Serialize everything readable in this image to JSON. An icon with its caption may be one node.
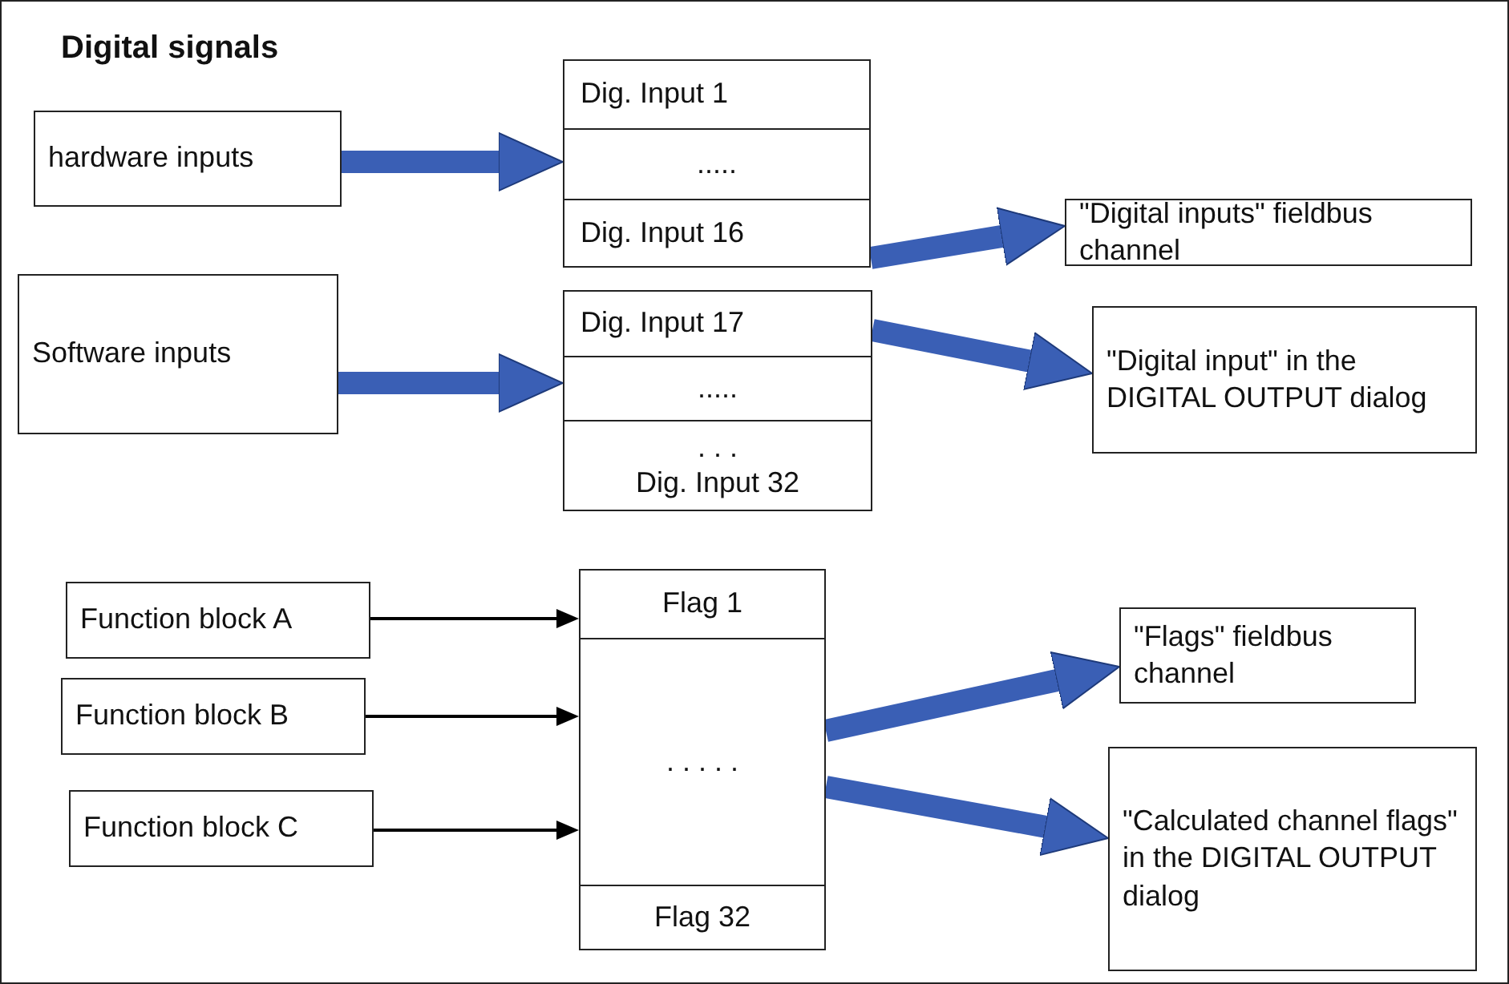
{
  "diagram": {
    "title": "Digital signals",
    "nodes": [
      {
        "text": [
          "hardware inputs"
        ]
      },
      {
        "text": [],
        "shape": "box"
      },
      {
        "text": [
          "Dig. Input 1"
        ],
        "in": 1
      },
      {
        "text": [
          "....."
        ],
        "in": 1
      },
      {
        "text": [
          "Dig. Input 16"
        ],
        "in": 1
      },
      {
        "text": [
          "\"Digital inputs\" fieldbus channel"
        ]
      },
      {
        "text": [
          "Software inputs"
        ]
      },
      {
        "text": [],
        "shape": "box"
      },
      {
        "text": [
          "Dig. Input 17"
        ],
        "in": 7
      },
      {
        "text": [
          "....."
        ],
        "in": 7
      },
      {
        "text": [
          ". . .",
          "Dig. Input 32"
        ],
        "in": 7
      },
      {
        "text": [
          "\"Digital input\" in the DIGITAL OUTPUT dialog"
        ]
      },
      {
        "text": [
          "Function block A"
        ]
      },
      {
        "text": [],
        "shape": "box"
      },
      {
        "text": [
          "Flag 1"
        ],
        "in": 13
      },
      {
        "text": [
          ". . . . ."
        ],
        "in": 13
      },
      {
        "text": [
          "Flag 32"
        ],
        "in": 13
      },
      {
        "text": [
          "\"Flags\" fieldbus channel"
        ]
      },
      {
        "text": [
          "Function block B"
        ]
      },
      {
        "text": [
          "Function block C"
        ]
      },
      {
        "text": [
          "\"Calculated channel flags\" in the DIGITAL OUTPUT dialog"
        ]
      }
    ],
    "edges": [
      {
        "from": 0,
        "to": 1,
        "arrow": "to"
      },
      {
        "from": 1,
        "to": 5,
        "arrow": "to"
      },
      {
        "from": 6,
        "to": 7,
        "arrow": "to"
      },
      {
        "from": 7,
        "to": 11,
        "arrow": "to"
      },
      {
        "from": 12,
        "to": 13,
        "arrow": "to",
        "color": "#000000"
      },
      {
        "from": 18,
        "to": 13,
        "arrow": "to",
        "color": "#000000"
      },
      {
        "from": 19,
        "to": 13,
        "arrow": "to",
        "color": "#000000"
      },
      {
        "from": 13,
        "to": 17,
        "arrow": "to"
      },
      {
        "from": 13,
        "to": 20,
        "arrow": "to"
      }
    ]
  }
}
